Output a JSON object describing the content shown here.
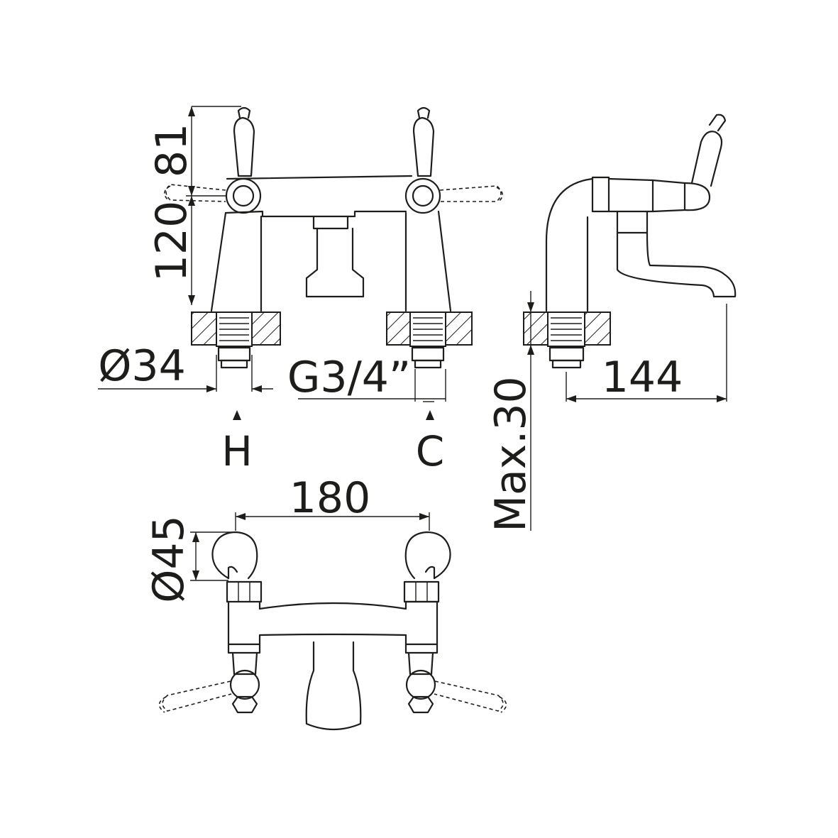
{
  "dimensions": {
    "height_top": "81",
    "height_bottom": "120",
    "inlet_diameter": "Ø34",
    "thread": "G3/4”",
    "reach": "144",
    "deck_thickness": "Max.30",
    "centers": "180",
    "handle_diameter": "Ø45"
  },
  "connections": {
    "hot": "H",
    "cold": "C"
  },
  "colors": {
    "line": "#1d1d1b",
    "background": "#ffffff"
  }
}
